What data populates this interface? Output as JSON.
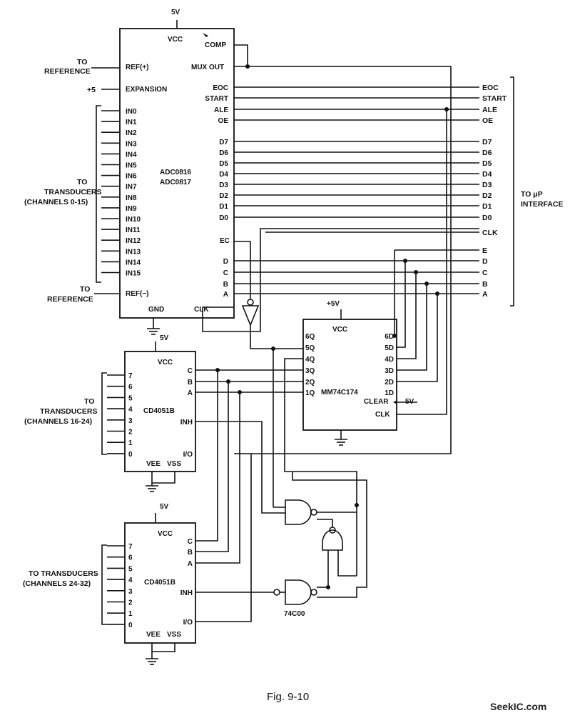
{
  "supply": {
    "adc_vcc_rail": "5V",
    "top_cd_vcc_rail": "5V",
    "bottom_cd_vcc_rail": "5V",
    "mm_vcc_rail": "+5V",
    "clear_value": "5V"
  },
  "adc": {
    "part_1": "ADC0816",
    "part_2": "ADC0817",
    "vcc": "VCC",
    "comp": "COMP",
    "mux_out": "MUX OUT",
    "ref_plus": "REF(+)",
    "ref_minus": "REF(−)",
    "expansion": "EXPANSION",
    "gnd": "GND",
    "clk": "CLK",
    "ec": "EC",
    "inputs": [
      "IN0",
      "IN1",
      "IN2",
      "IN3",
      "IN4",
      "IN5",
      "IN6",
      "IN7",
      "IN8",
      "IN9",
      "IN10",
      "IN11",
      "IN12",
      "IN13",
      "IN14",
      "IN15"
    ],
    "right_pins": [
      "EOC",
      "START",
      "ALE",
      "OE",
      "D7",
      "D6",
      "D5",
      "D4",
      "D3",
      "D2",
      "D1",
      "D0"
    ],
    "addr_pins": [
      "D",
      "C",
      "B",
      "A"
    ]
  },
  "labels": {
    "to_reference_top_1": "TO",
    "to_reference_top_2": "REFERENCE",
    "plus5": "+5",
    "to_transducers_1": "TO",
    "to_transducers_2": "TRANSDUCERS",
    "channels_0_15": "(CHANNELS 0-15)",
    "to_reference_bottom_1": "TO",
    "to_reference_bottom_2": "REFERENCE",
    "cd1_to_1": "TO",
    "cd1_to_2": "TRANSDUCERS",
    "channels_16_24": "(CHANNELS 16-24)",
    "cd2_to_1": "TO TRANSDUCERS",
    "channels_24_32": "(CHANNELS 24-32)",
    "up_interface_1": "TO μP",
    "up_interface_2": "INTERFACE"
  },
  "bus_signals": [
    "EOC",
    "START",
    "ALE",
    "OE",
    "D7",
    "D6",
    "D5",
    "D4",
    "D3",
    "D2",
    "D1",
    "D0",
    "CLK",
    "E",
    "D",
    "C",
    "B",
    "A"
  ],
  "mm74c174": {
    "part": "MM74C174",
    "vcc": "VCC",
    "q_pins": [
      "6Q",
      "5Q",
      "4Q",
      "3Q",
      "2Q",
      "1Q"
    ],
    "d_pins": [
      "6D",
      "5D",
      "4D",
      "3D",
      "2D",
      "1D"
    ],
    "clear": "CLEAR",
    "clk": "CLK"
  },
  "cd4051_top": {
    "part": "CD4051B",
    "vcc": "VCC",
    "channels": [
      "7",
      "6",
      "5",
      "4",
      "3",
      "2",
      "1",
      "0"
    ],
    "pins_right": [
      "C",
      "B",
      "A",
      "INH",
      "I/O"
    ],
    "vee": "VEE",
    "vss": "VSS"
  },
  "cd4051_bottom": {
    "part": "CD4051B",
    "vcc": "VCC",
    "channels": [
      "7",
      "6",
      "5",
      "4",
      "3",
      "2",
      "1",
      "0"
    ],
    "pins_right": [
      "C",
      "B",
      "A",
      "INH",
      "I/O"
    ],
    "vee": "VEE",
    "vss": "VSS"
  },
  "nand": {
    "part": "74C00"
  },
  "caption": "Fig. 9-10",
  "watermark": "SeekIC.com"
}
